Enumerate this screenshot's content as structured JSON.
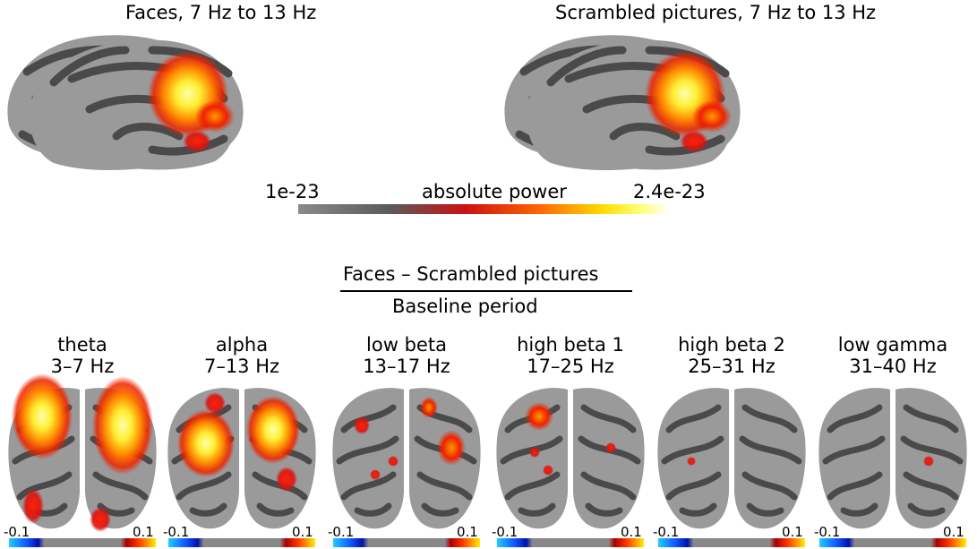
{
  "top_panels": [
    {
      "title": "Faces, 7 Hz to 13 Hz"
    },
    {
      "title": "Scrambled pictures, 7 Hz to 13 Hz"
    }
  ],
  "top_colorbar": {
    "min_label": "1e-23",
    "max_label": "2.4e-23",
    "label": "absolute power",
    "colors": [
      "#7f7f7f",
      "#555555",
      "#cc1111",
      "#ff5500",
      "#ffcc00",
      "#ffff66",
      "#ffffff"
    ]
  },
  "contrast": {
    "numerator": "Faces – Scrambled pictures",
    "denominator": "Baseline period"
  },
  "bands": [
    {
      "name": "theta",
      "range": "3–7 Hz",
      "cb_min": "-0.1",
      "cb_max": "0.1"
    },
    {
      "name": "alpha",
      "range": "7–13 Hz",
      "cb_min": "-0.1",
      "cb_max": "0.1"
    },
    {
      "name": "low beta",
      "range": "13–17 Hz",
      "cb_min": "-0.1",
      "cb_max": "0.1"
    },
    {
      "name": "high beta 1",
      "range": "17–25 Hz",
      "cb_min": "-0.1",
      "cb_max": "0.1"
    },
    {
      "name": "high beta 2",
      "range": "25–31 Hz",
      "cb_min": "-0.1",
      "cb_max": "0.1"
    },
    {
      "name": "low gamma",
      "range": "31–40 Hz",
      "cb_min": "-0.1",
      "cb_max": "0.1"
    }
  ],
  "colors": {
    "gyri": "#9a9a9a",
    "sulci": "#4a4a4a",
    "hot_low": "#dd1111",
    "hot_mid": "#ff7700",
    "hot_high": "#ffff44",
    "cold_low": "#0011cc",
    "cold_high": "#22ccff"
  }
}
